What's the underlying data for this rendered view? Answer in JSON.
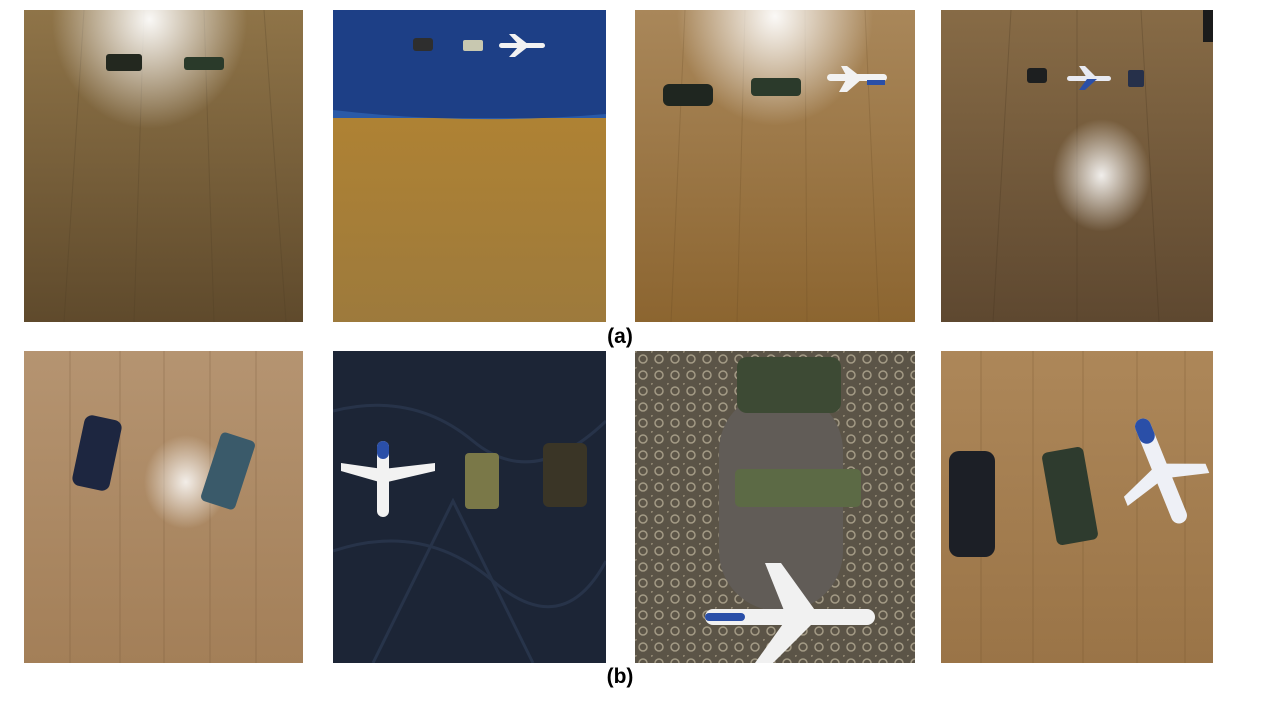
{
  "figure": {
    "caption_a": "(a)",
    "caption_b": "(b)"
  },
  "rows": [
    {
      "label": "a",
      "photos": [
        {
          "scene": "wooden-floor-far-view",
          "objects": [
            "jeep",
            "tank"
          ]
        },
        {
          "scene": "blue-rug-on-wooden-floor",
          "objects": [
            "jeep",
            "tank",
            "airplane"
          ]
        },
        {
          "scene": "wooden-floor-far-view",
          "objects": [
            "jeep",
            "tank",
            "airplane"
          ]
        },
        {
          "scene": "wooden-floor-far-view",
          "objects": [
            "jeep",
            "airplane",
            "tank"
          ]
        }
      ]
    },
    {
      "label": "b",
      "photos": [
        {
          "scene": "wooden-floor-close-view",
          "objects": [
            "jeep",
            "tank"
          ]
        },
        {
          "scene": "dark-blue-rug",
          "objects": [
            "airplane",
            "tank",
            "jeep"
          ]
        },
        {
          "scene": "patterned-prayer-rug",
          "objects": [
            "jeep",
            "tank",
            "airplane"
          ]
        },
        {
          "scene": "wooden-floor-close-view",
          "objects": [
            "jeep",
            "tank",
            "airplane"
          ]
        }
      ]
    }
  ],
  "colors": {
    "wood": "#8a6a3e",
    "wood_light": "#a9875a",
    "blue_rug": "#1d3f86",
    "dark_rug": "#1c2536",
    "prayer_rug": "#5b5447",
    "toy_dark": "#2a2f2a",
    "toy_camo": "#5c6a45",
    "plane_white": "#f1f1f1",
    "plane_blue": "#2a4fa8"
  }
}
